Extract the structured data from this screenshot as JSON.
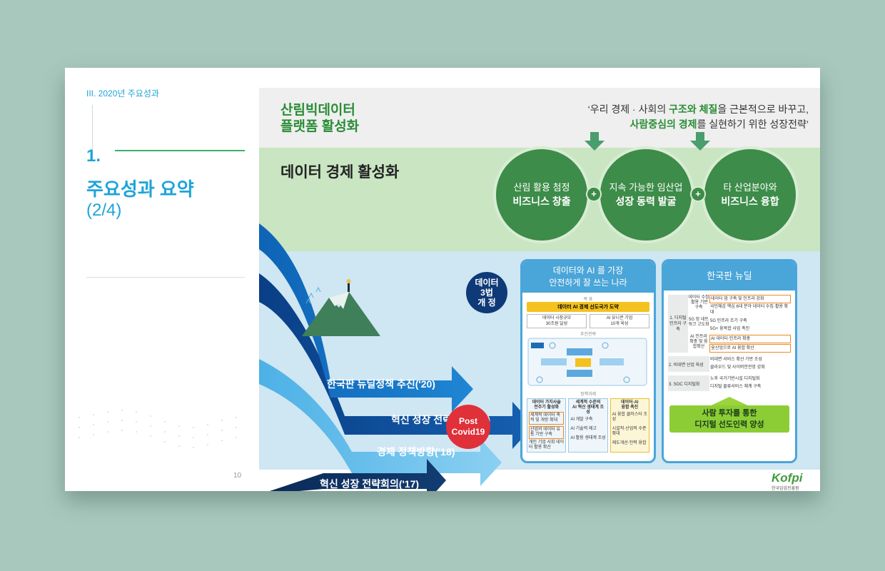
{
  "left": {
    "section": "III. 2020년 주요성과",
    "number": "1.",
    "title": "주요성과 요약",
    "subtitle": "(2/4)",
    "page_number": "10"
  },
  "header": {
    "platform_line1": "산림빅데이터",
    "platform_line2": "플랫폼 활성화",
    "quote_line1_a": "‘우리 경제 · 사회의 ",
    "quote_line1_b": "구조와 체질",
    "quote_line1_c": "을 근본적으로 바꾸고,",
    "quote_line2_a": "사람중심의 경제",
    "quote_line2_b": "를 실현하기 위한 성장전략’"
  },
  "economy": {
    "title": "데이터 경제 활성화",
    "circles": [
      {
        "line1": "산림 활용 첨정",
        "line2": "비즈니스 창출"
      },
      {
        "line1": "지속 가능한 임산업",
        "line2": "성장 동력 발굴"
      },
      {
        "line1": "타 산업분야와",
        "line2": "비즈니스 융합"
      }
    ]
  },
  "arrows": [
    {
      "label": "한국판 뉴딜정책 추진('20)"
    },
    {
      "label": "혁신 성장 전략회의('19)"
    },
    {
      "label": "경제 정책방향('18)"
    },
    {
      "label": "혁신 성장 전략회의('17)"
    }
  ],
  "badges": {
    "data_law_1": "데이터",
    "data_law_2": "3법",
    "data_law_3": "개 정",
    "post_1": "Post",
    "post_2": "Covid19"
  },
  "panel_ai": {
    "header_line1": "데이터와 AI 를 가장",
    "header_line2": "안전하게 잘 쓰는 나라",
    "goal_label": "목 표",
    "goal_title": "데이터 AI 경제 선도국가 도약",
    "goal_item1_1": "데이터 시장규모",
    "goal_item1_2": "30조원 달성",
    "goal_item2_1": "AI 유니콘 기업",
    "goal_item2_2": "10개 육성",
    "strategy_label": "추진전략",
    "policy_label": "정책과제",
    "cols": [
      {
        "title1": "데이터 가치사슬",
        "title2": "전주기 활성화",
        "items": [
          "세계적 데이터 축적 및 개방 확대",
          "산업의 데이터 유통 기반 구축",
          "개인 기업 사회 데이터 활용 확산"
        ]
      },
      {
        "title1": "세계적 수준의",
        "title2": "AI 혁신 생태계 조성",
        "items": [
          "AI 개발 구축",
          "AI 기술력 제고",
          "AI 활용 생태계 조성"
        ]
      },
      {
        "title1": "데이터·AI",
        "title2": "융합 촉진",
        "items": [
          "AI 융합 클러스터 조성",
          "시설적·산업적 수준확대",
          "제도개선·인력 융합"
        ]
      }
    ]
  },
  "panel_newdeal": {
    "header": "한국판 뉴딜",
    "group1_label": "1. 디지털 인프라 구축",
    "rows": [
      {
        "sub": "데이터 수집·활용 기반구축",
        "items": [
          "데이터 댐 구축 및 인프라 강화",
          "국민체감 핵심 6대 분야 데이터 수집·활용 확대"
        ]
      },
      {
        "sub": "5G 망 네트워크 고도화",
        "items": [
          "5G 인프라 조기 구축",
          "5G+ 융복합 사업 촉진"
        ]
      },
      {
        "sub": "AI 인프라 확충 및 융합확산",
        "items": [
          "AI 데이터·인프라 확충",
          "全산업으로 AI 융합 확산"
        ]
      }
    ],
    "group2_label": "2. 비대면 산업 육성",
    "group2_items": [
      "비대면 서비스 확산 기반 조성",
      "클라우드 및 사이버안전망 강화"
    ],
    "group3_label": "3. SOC 디지털화",
    "group3_items": [
      "노후 국가기반시설 디지털화",
      "디지털 물류서비스 체계 구축"
    ],
    "bottom_line1": "사람 투자를 통한",
    "bottom_line2": "디지털 선도인력 양성"
  },
  "logo": {
    "name": "Kofpi",
    "sub": "한국임업진흥원"
  },
  "colors": {
    "accent_blue": "#1ea4d8",
    "accent_green": "#2a8c36",
    "circle_green": "#3d8c49",
    "panel_blue": "#4aa5d8",
    "badge_navy": "#0f3a78",
    "badge_red": "#e0303a"
  }
}
